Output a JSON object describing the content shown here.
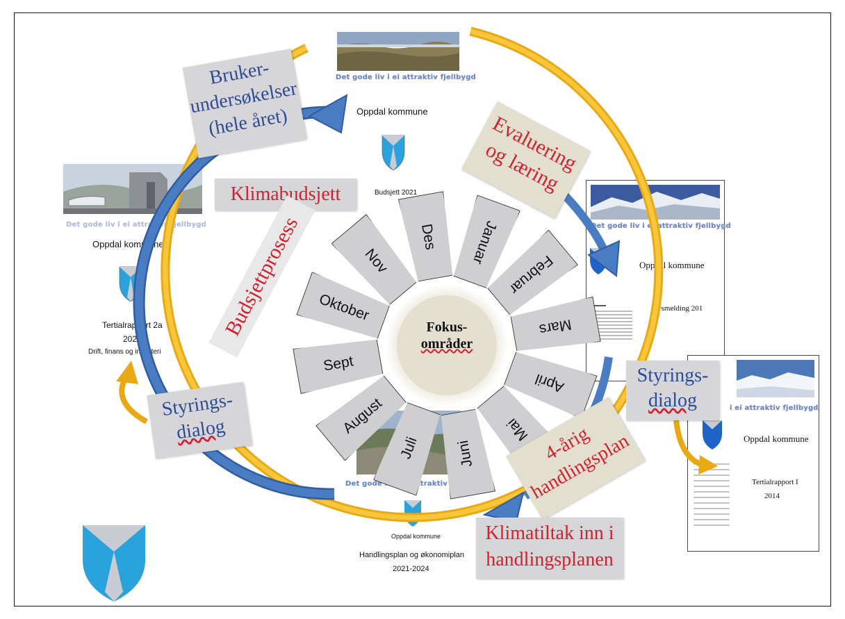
{
  "diagram": {
    "center": {
      "line1": "Fokus-",
      "line2": "områder"
    },
    "months": [
      "Des",
      "Januar",
      "Februar",
      "Mars",
      "April",
      "Mai",
      "Juni",
      "Juli",
      "August",
      "Sept",
      "Oktober",
      "Nov"
    ],
    "labels": {
      "bruker": [
        "Bruker-",
        "undersøkelser",
        "(hele året)"
      ],
      "evaluering": [
        "Evaluering",
        "og læring"
      ],
      "klimabudsjett": "Klimabudsjett",
      "budsjettprosess": "Budsjettprosess",
      "styring_left": [
        "Styrings-",
        "dialog"
      ],
      "styring_right": [
        "Styrings-",
        "dialog"
      ],
      "handlingsplan": [
        "4-årig",
        "handlingsplan"
      ],
      "klimatiltak": [
        "Klimatiltak inn i",
        "handlingsplanen"
      ]
    },
    "documents": {
      "budget": {
        "tagline": "Det gode liv i ei attraktiv fjellbygd",
        "municipality": "Oppdal kommune",
        "title": "Budsjett 2021"
      },
      "tertial2": {
        "tagline": "Det gode liv i ei attraktiv fjellbygd",
        "municipality": "Oppdal kommune",
        "title": "Tertialrapport 2a",
        "year": "2020",
        "subtitle": "Drift, finans og investeri"
      },
      "annual": {
        "tagline": "Det gode liv i ei attraktiv fjellbygd",
        "municipality": "Oppdal kommune",
        "title": "Årsmelding 201"
      },
      "tertial1": {
        "tagline": "i ei attraktiv fjellbygd",
        "municipality": "Oppdal kommune",
        "title": "Tertialrapport I",
        "year": "2014"
      },
      "plan": {
        "tagline": "Det gode liv i ei attraktiv fjellbygd",
        "municipality": "Oppdal kommune",
        "title": "Handlingsplan og økonomiplan",
        "years": "2021-2024"
      }
    },
    "colors": {
      "orange": "#f3b21b",
      "blue": "#4a7cc3",
      "red": "#d2202f",
      "label_blue": "#2e4b96",
      "box_grey": "#d6d6d9",
      "box_beige": "#e3dfcf",
      "month_fill": "#cfcfd2",
      "shield_blue": "#2aa3dc"
    }
  }
}
